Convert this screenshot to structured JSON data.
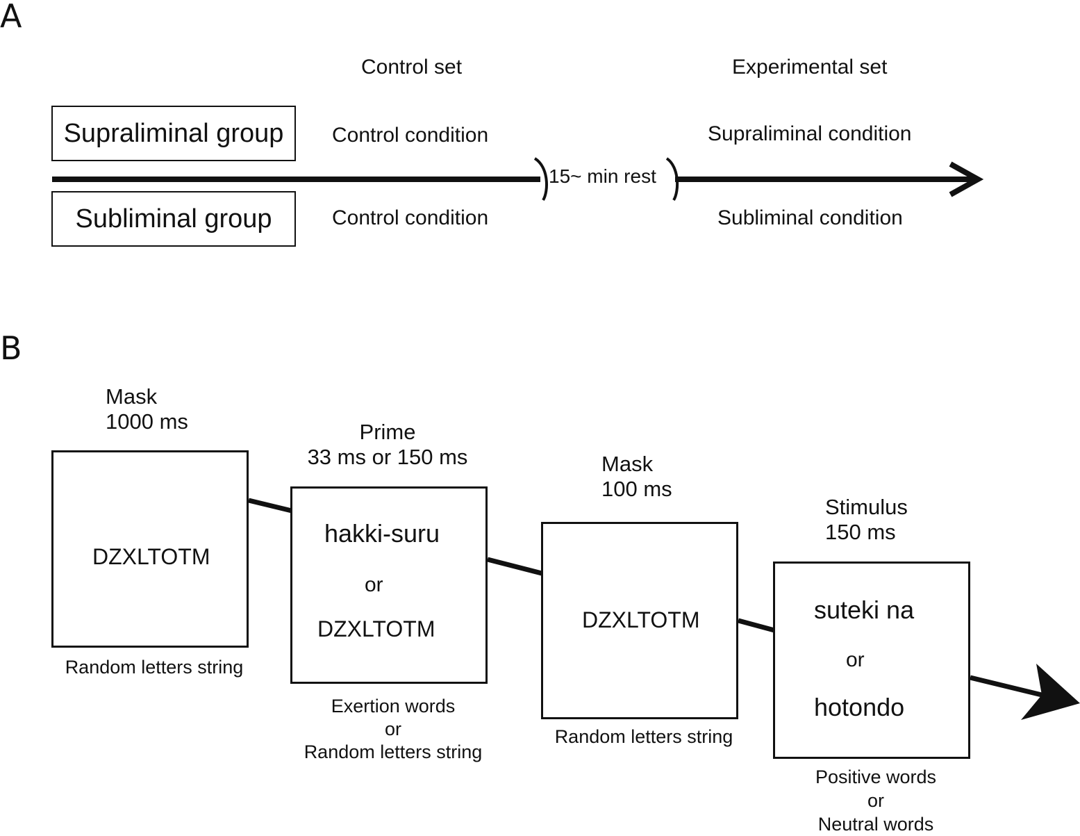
{
  "panel_a": {
    "label": "A",
    "control_set": "Control set",
    "experimental_set": "Experimental set",
    "groups": [
      "Supraliminal group",
      "Subliminal group"
    ],
    "control_conditions": [
      "Control condition",
      "Control condition"
    ],
    "experimental_conditions": [
      "Supraliminal condition",
      "Subliminal condition"
    ],
    "rest": "15~ min rest"
  },
  "panel_b": {
    "label": "B",
    "frames": [
      {
        "title": "Mask",
        "duration": "1000 ms",
        "content": [
          "DZXLTOTM"
        ],
        "caption": [
          "Random letters string"
        ]
      },
      {
        "title": "Prime",
        "duration": "33 ms or 150 ms",
        "content": [
          "hakki-suru",
          "or",
          "DZXLTOTM"
        ],
        "caption": [
          "Exertion words",
          "or",
          "Random letters string"
        ]
      },
      {
        "title": "Mask",
        "duration": "100 ms",
        "content": [
          "DZXLTOTM"
        ],
        "caption": [
          "Random letters string"
        ]
      },
      {
        "title": "Stimulus",
        "duration": "150 ms",
        "content": [
          "suteki na",
          "or",
          "hotondo"
        ],
        "caption": [
          "Positive words",
          "or",
          "Neutral words"
        ]
      }
    ]
  },
  "colors": {
    "ink": "#111111",
    "background": "#ffffff"
  }
}
